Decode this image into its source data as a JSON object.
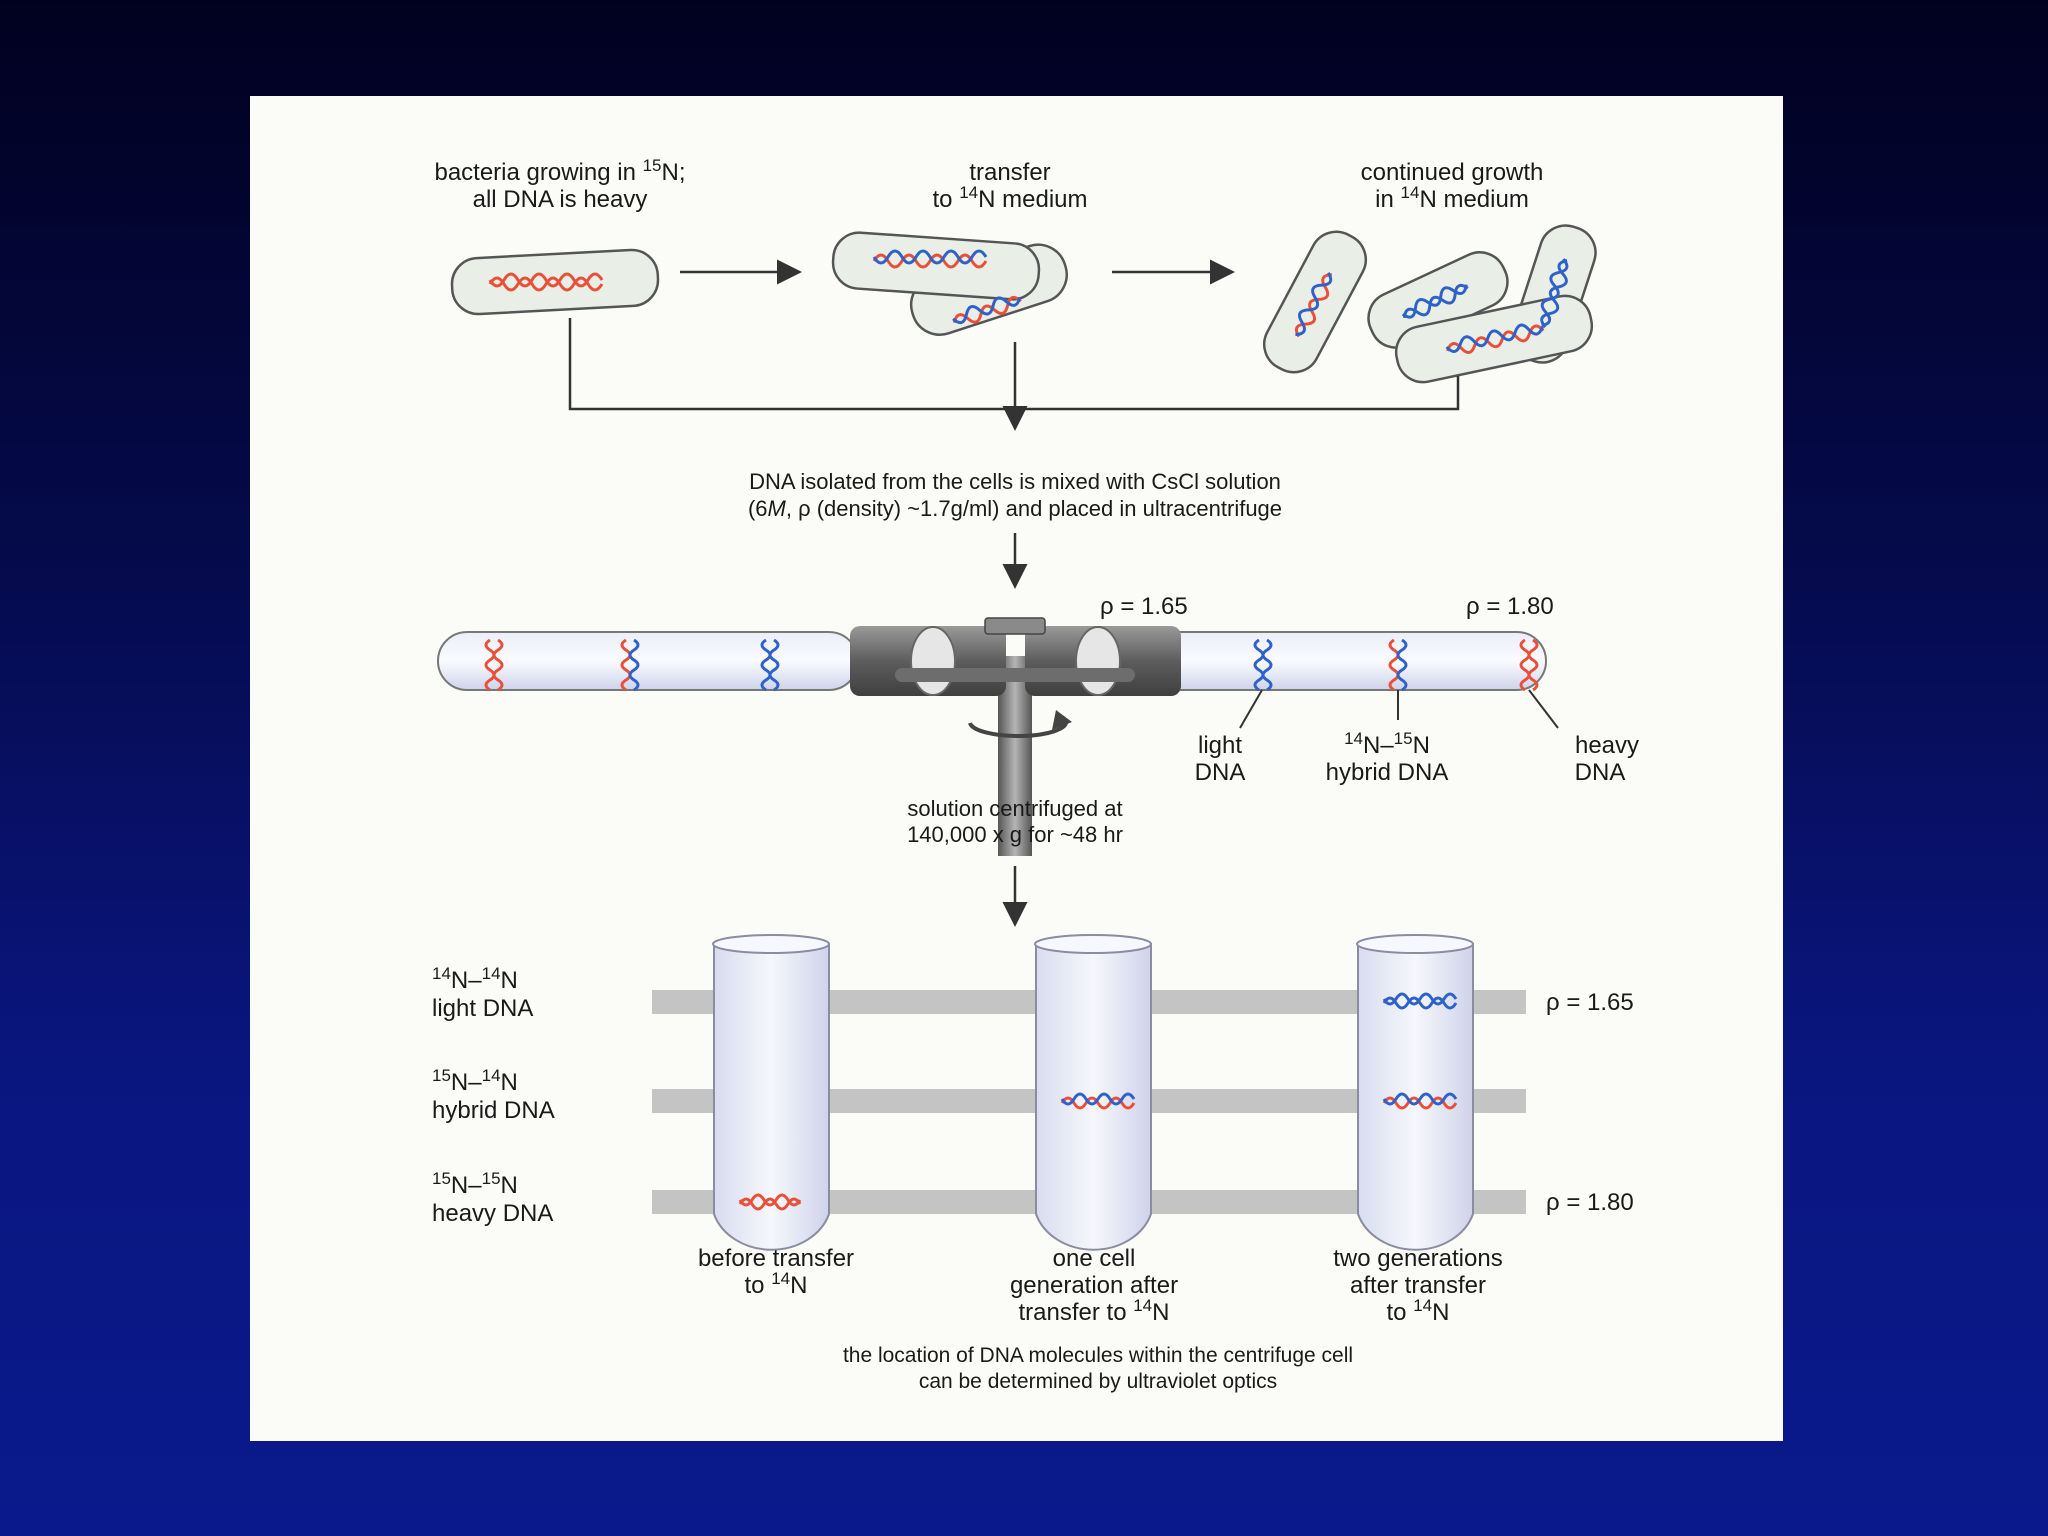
{
  "steps": {
    "step1_line1": "bacteria growing in ",
    "step1_sup": "15",
    "step1_line1_end": "N;",
    "step1_line2": "all DNA is heavy",
    "step2_line1": "transfer",
    "step2_line2_pre": "to ",
    "step2_sup": "14",
    "step2_line2_end": "N medium",
    "step3_line1": "continued growth",
    "step3_line2_pre": "in ",
    "step3_sup": "14",
    "step3_line2_end": "N medium"
  },
  "mixing": {
    "line1": "DNA isolated from the cells is mixed with CsCl solution",
    "line2_pre": "(6",
    "line2_italic": "M",
    "line2_post": ", ρ (density) ~1.7g/ml) and placed in ultracentrifuge"
  },
  "rotor": {
    "rho_light": "ρ = 1.65",
    "rho_heavy": "ρ = 1.80",
    "label_light_1": "light",
    "label_light_2": "DNA",
    "label_hybrid_sup1": "14",
    "label_hybrid_mid": "N–",
    "label_hybrid_sup2": "15",
    "label_hybrid_end": "N",
    "label_hybrid_2": "hybrid DNA",
    "label_heavy_1": "heavy",
    "label_heavy_2": "DNA"
  },
  "centrifuge": {
    "line1": "solution centrifuged at",
    "line2": "140,000 x g for ~48 hr"
  },
  "bands": {
    "light_sup1": "14",
    "light_mid": "N–",
    "light_sup2": "14",
    "light_end": "N",
    "light_name": "light DNA",
    "hybrid_sup1": "15",
    "hybrid_mid": "N–",
    "hybrid_sup2": "14",
    "hybrid_end": "N",
    "hybrid_name": "hybrid DNA",
    "heavy_sup1": "15",
    "heavy_mid": "N–",
    "heavy_sup2": "15",
    "heavy_end": "N",
    "heavy_name": "heavy DNA",
    "rho_light": "ρ = 1.65",
    "rho_heavy": "ρ = 1.80"
  },
  "tubes": {
    "t1_line1": "before transfer",
    "t1_line2_pre": "to ",
    "t1_sup": "14",
    "t1_line2_end": "N",
    "t2_line1": "one cell",
    "t2_line2": "generation after",
    "t2_line3_pre": "transfer to ",
    "t2_sup": "14",
    "t2_line3_end": "N",
    "t3_line1": "two generations",
    "t3_line2": "after transfer",
    "t3_line3_pre": "to ",
    "t3_sup": "14",
    "t3_line3_end": "N"
  },
  "footer": {
    "line1": "the location of DNA molecules within the centrifuge cell",
    "line2": "can be determined by ultraviolet optics"
  },
  "colors": {
    "heavy_strand": "#e8503a",
    "light_strand": "#2f62c8",
    "cell_fill": "#e9efe6",
    "band": "#c4c4c4"
  }
}
